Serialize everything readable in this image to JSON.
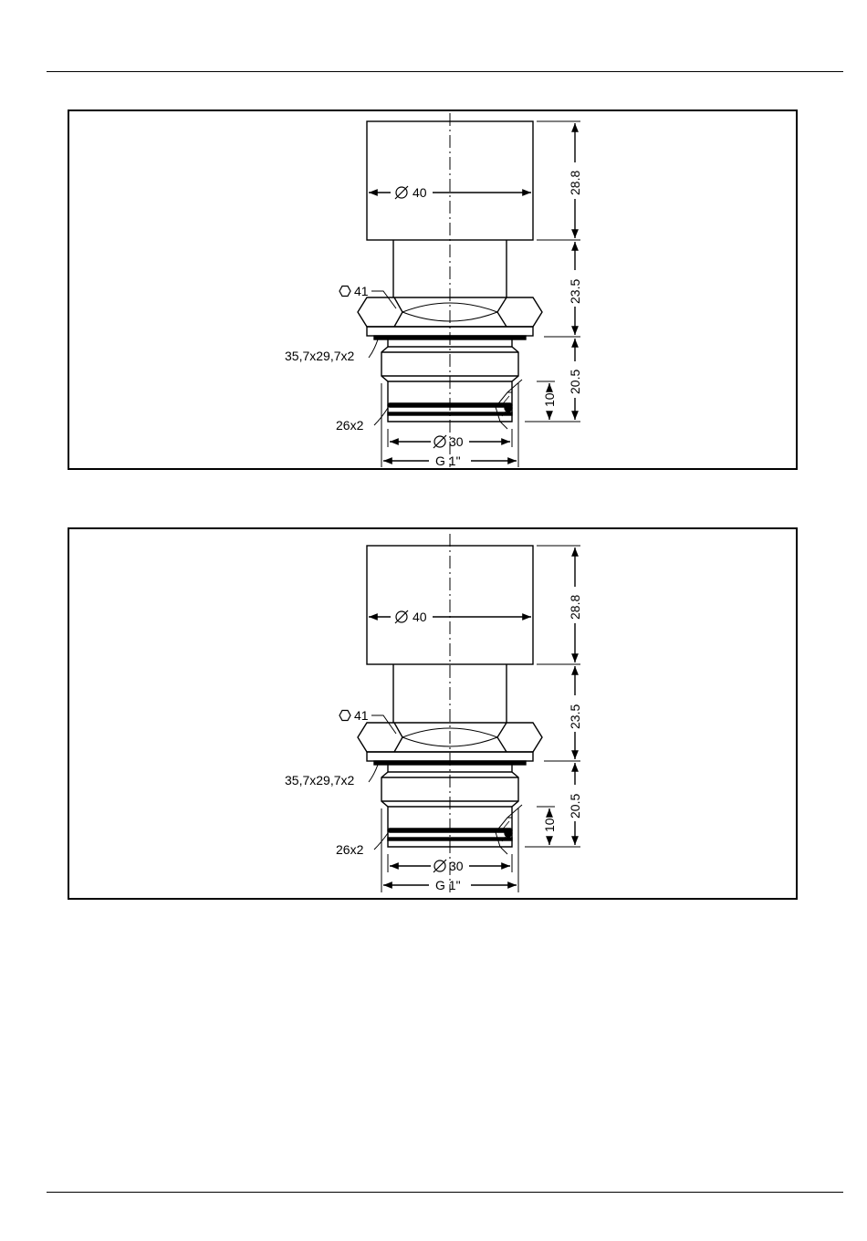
{
  "drawings": [
    {
      "hex_label": "41",
      "upper_diameter": "40",
      "seal_upper": "35,7x29,7x2",
      "seal_lower": "26x2",
      "lower_diameter": "30",
      "thread": "G 1\"",
      "dim_top": "28.8",
      "dim_middle": "23.5",
      "dim_lower": "20.5",
      "dim_small": "10"
    },
    {
      "hex_label": "41",
      "upper_diameter": "40",
      "seal_upper": "35,7x29,7x2",
      "seal_lower": "26x2",
      "lower_diameter": "30",
      "thread": "G 1\"",
      "dim_top": "28.8",
      "dim_middle": "23.5",
      "dim_lower": "20.5",
      "dim_small": "10"
    }
  ]
}
